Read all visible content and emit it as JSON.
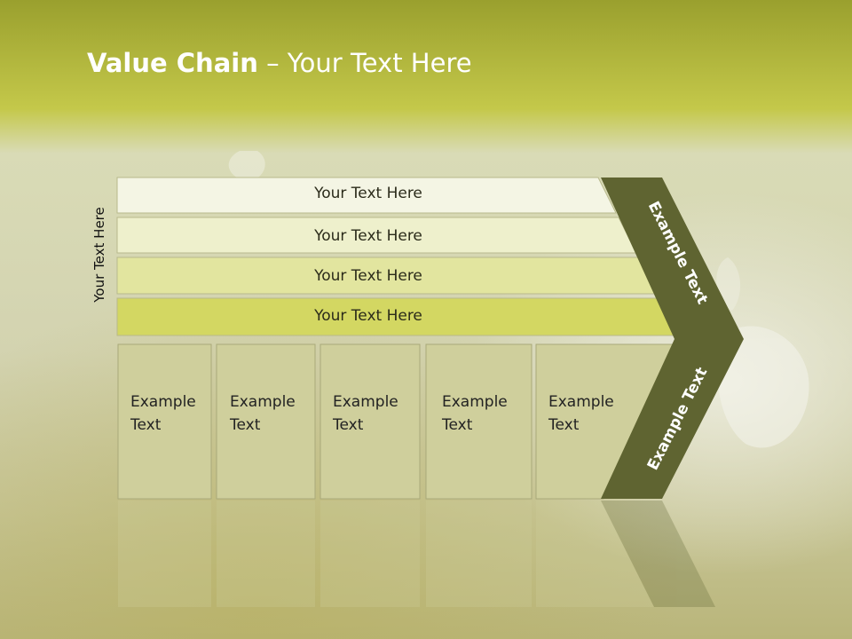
{
  "slide": {
    "title_bold": "Value Chain",
    "title_rest": " – Your Text Here",
    "side_label": "Your Text Here",
    "rows": [
      {
        "label": "Your Text Here"
      },
      {
        "label": "Your Text Here"
      },
      {
        "label": "Your Text Here"
      },
      {
        "label": "Your Text Here"
      }
    ],
    "cells": [
      {
        "label": "Example\nText"
      },
      {
        "label": "Example\nText"
      },
      {
        "label": "Example\nText"
      },
      {
        "label": "Example\nText"
      },
      {
        "label": "Example\nText"
      }
    ],
    "chevron_top": "Example Text",
    "chevron_bottom": "Example Text"
  },
  "colors": {
    "header_band": "#bfc23c",
    "row1": "#f4f5e4",
    "row2": "#eef0cc",
    "row3": "#e2e59f",
    "row4": "#d3d762",
    "cell_fill": "#cfcf9c",
    "chevron": "#5f6431"
  }
}
